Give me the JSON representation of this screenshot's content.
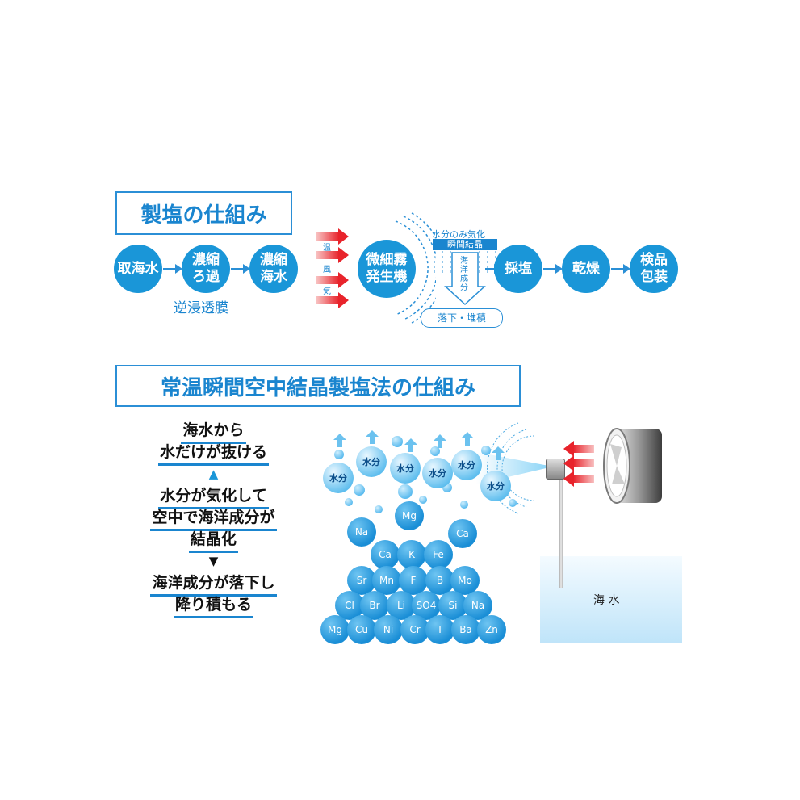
{
  "section1": {
    "title": "製塩の仕組み",
    "steps": [
      "取海水",
      "濃縮\nろ過",
      "濃縮\n海水",
      "微細霧\n発生機",
      "採塩",
      "乾燥",
      "検品\n包装"
    ],
    "membrane_label": "逆浸透膜",
    "warm_air": [
      "温",
      "風",
      "気"
    ],
    "evap_label": "水分のみ気化",
    "crystal_label": "瞬間結晶",
    "marine_label": "海洋成分",
    "fall_label": "落下・堆積"
  },
  "section2": {
    "title": "常温瞬間空中結晶製塩法の仕組み",
    "steps": [
      {
        "lines": [
          "海水から",
          "水だけが抜ける"
        ]
      },
      {
        "lines": [
          "水分が気化して",
          "空中で海洋成分が",
          "結晶化"
        ]
      },
      {
        "lines": [
          "海洋成分が落下し",
          "降り積もる"
        ]
      }
    ],
    "arrow_up": "▲",
    "arrow_down": "▼",
    "water_label": "水分",
    "sea_label": "海 水",
    "ions": [
      "Mg",
      "Na",
      "Ca",
      "Ca",
      "K",
      "Fe",
      "Sr",
      "Mn",
      "F",
      "B",
      "Mo",
      "Cl",
      "Br",
      "Li",
      "SO4",
      "Si",
      "Na",
      "Mg",
      "Cu",
      "Ni",
      "Cr",
      "I",
      "Ba",
      "Zn"
    ]
  },
  "colors": {
    "accent": "#1a96d8",
    "title": "#1a85cf",
    "red": "#e8232b",
    "water": "#cfeafb"
  }
}
